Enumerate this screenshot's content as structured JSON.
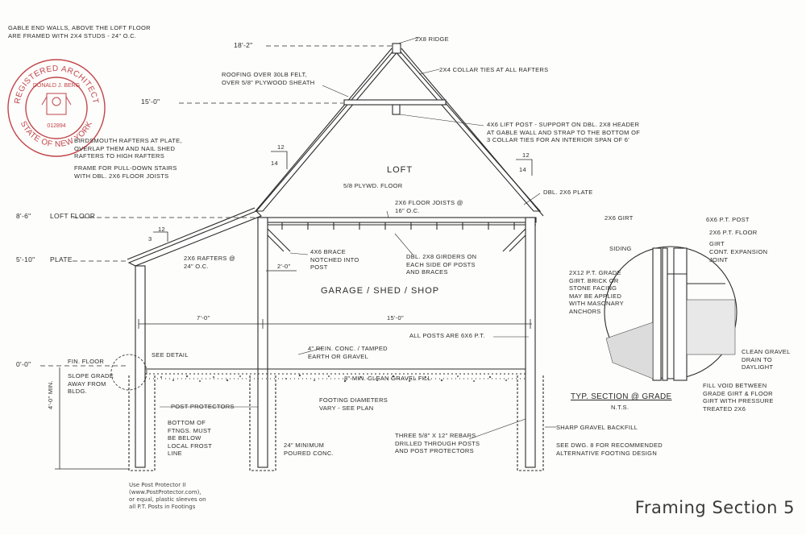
{
  "notes": {
    "gable": "GABLE END WALLS, ABOVE THE LOFT FLOOR\nARE FRAMED WITH 2X4 STUDS - 24\" O.C.",
    "ridge": "2X8 RIDGE",
    "roofing": "ROOFING OVER 30lb FELT,\nOVER 5/8\" PLYWOOD SHEATH",
    "collar": "2X4 COLLAR TIES AT ALL RAFTERS",
    "lift_post": "4X6 LIFT POST - SUPPORT ON DBL. 2X8 HEADER\nAT GABLE WALL AND STRAP TO THE BOTTOM OF\n3 COLLAR TIES FOR AN INTERIOR SPAN OF 6'",
    "birdsmouth": "BIRDSMOUTH RAFTERS AT PLATE,\nOVERLAP THEM AND NAIL SHED\nRAFTERS TO HIGH RAFTERS",
    "stairs": "FRAME FOR PULL-DOWN STAIRS\nWITH DBL. 2X6 FLOOR JOISTS",
    "loft": "LOFT",
    "plywood": "5/8 PLYWD. FLOOR",
    "joists": "2X6 FLOOR JOISTS @\n16\" O.C.",
    "dbl_plate": "DBL. 2X6 PLATE",
    "rafters": "2X6 RAFTERS @\n24\" O.C.",
    "brace": "4X6 BRACE\nNOTCHED INTO\nPOST",
    "girders": "DBL. 2X8 GIRDERS ON\nEACH SIDE OF POSTS\nAND BRACES",
    "brace_dim": "2'-0\"",
    "garage": "GARAGE / SHED / SHOP",
    "dim_left": "7'-0\"",
    "dim_right": "15'-0\"",
    "posts": "ALL POSTS ARE 6X6 P.T.",
    "slab": "4\" REIN. CONC. / TAMPED\nEARTH OR GRAVEL",
    "fill": "8\" MIN. CLEAN GRAVEL FILL",
    "fin_floor": "FIN. FLOOR",
    "see_detail": "SEE DETAIL",
    "slope": "SLOPE GRADE\nAWAY FROM\nBLDG.",
    "post_protectors": "POST PROTECTORS",
    "footing_diam": "FOOTING DIAMETERS\nVARY - SEE PLAN",
    "bottom_ftngs": "BOTTOM OF\nFTNGS. MUST\nBE BELOW\nLOCAL FROST\nLINE",
    "min_conc": "24\" MINIMUM\nPOURED CONC.",
    "rebars": "THREE 5/8\" x 12\" REBARS\nDRILLED THROUGH POSTS\nAND POST PROTECTORS",
    "depth": "4'-0\" MIN.",
    "post_protector_note": "Use Post Protector II\n(www.PostProtector.com),\nor equal, plastic sleeves on\nall P.T. Posts in Footings",
    "girt": "2X6 GIRT",
    "pt_post": "6X6 P.T. POST",
    "pt_floor": "2X6 P.T. FLOOR",
    "girt2": "GIRT",
    "expansion": "CONT. EXPANSION\nJOINT",
    "siding": "SIDING",
    "grade_girt": "2X12 P.T. GRADE\nGIRT. BRICK OR\nSTONE FACING\nMAY BE APPLIED\nWITH MASONARY\nANCHORS",
    "clean_gravel": "CLEAN GRAVEL\nDRAIN TO\nDAYLIGHT",
    "fill_void": "FILL VOID BETWEEN\nGRADE GIRT & FLOOR\nGIRT WITH PRESSURE\nTREATED 2X6",
    "section_title": "TYP. SECTION @ GRADE",
    "nts": "N.T.S.",
    "sharp_gravel": "SHARP GRAVEL BACKFILL",
    "see_dwg": "SEE DWG. 8 FOR RECOMMENDED\nALTERNATIVE FOOTING DESIGN",
    "pitch_12": "12",
    "pitch_14": "14",
    "pitch_3": "3"
  },
  "levels": [
    {
      "label": "18'-2\""
    },
    {
      "label": "15'-0\""
    },
    {
      "label": "8'-6\"",
      "name": "LOFT FLOOR"
    },
    {
      "label": "5'-10\"",
      "name": "PLATE"
    },
    {
      "label": "0'-0\""
    }
  ],
  "seal": {
    "top": "REGISTERED ARCHITECT",
    "name": "DONALD J. BERG",
    "number": "012894",
    "bottom": "STATE OF NEW YORK",
    "color": "#c0454a"
  },
  "title": "Framing Section 5",
  "colors": {
    "ink": "#2a2a2a",
    "paper": "#fdfdfb",
    "gravel": "#555555"
  }
}
